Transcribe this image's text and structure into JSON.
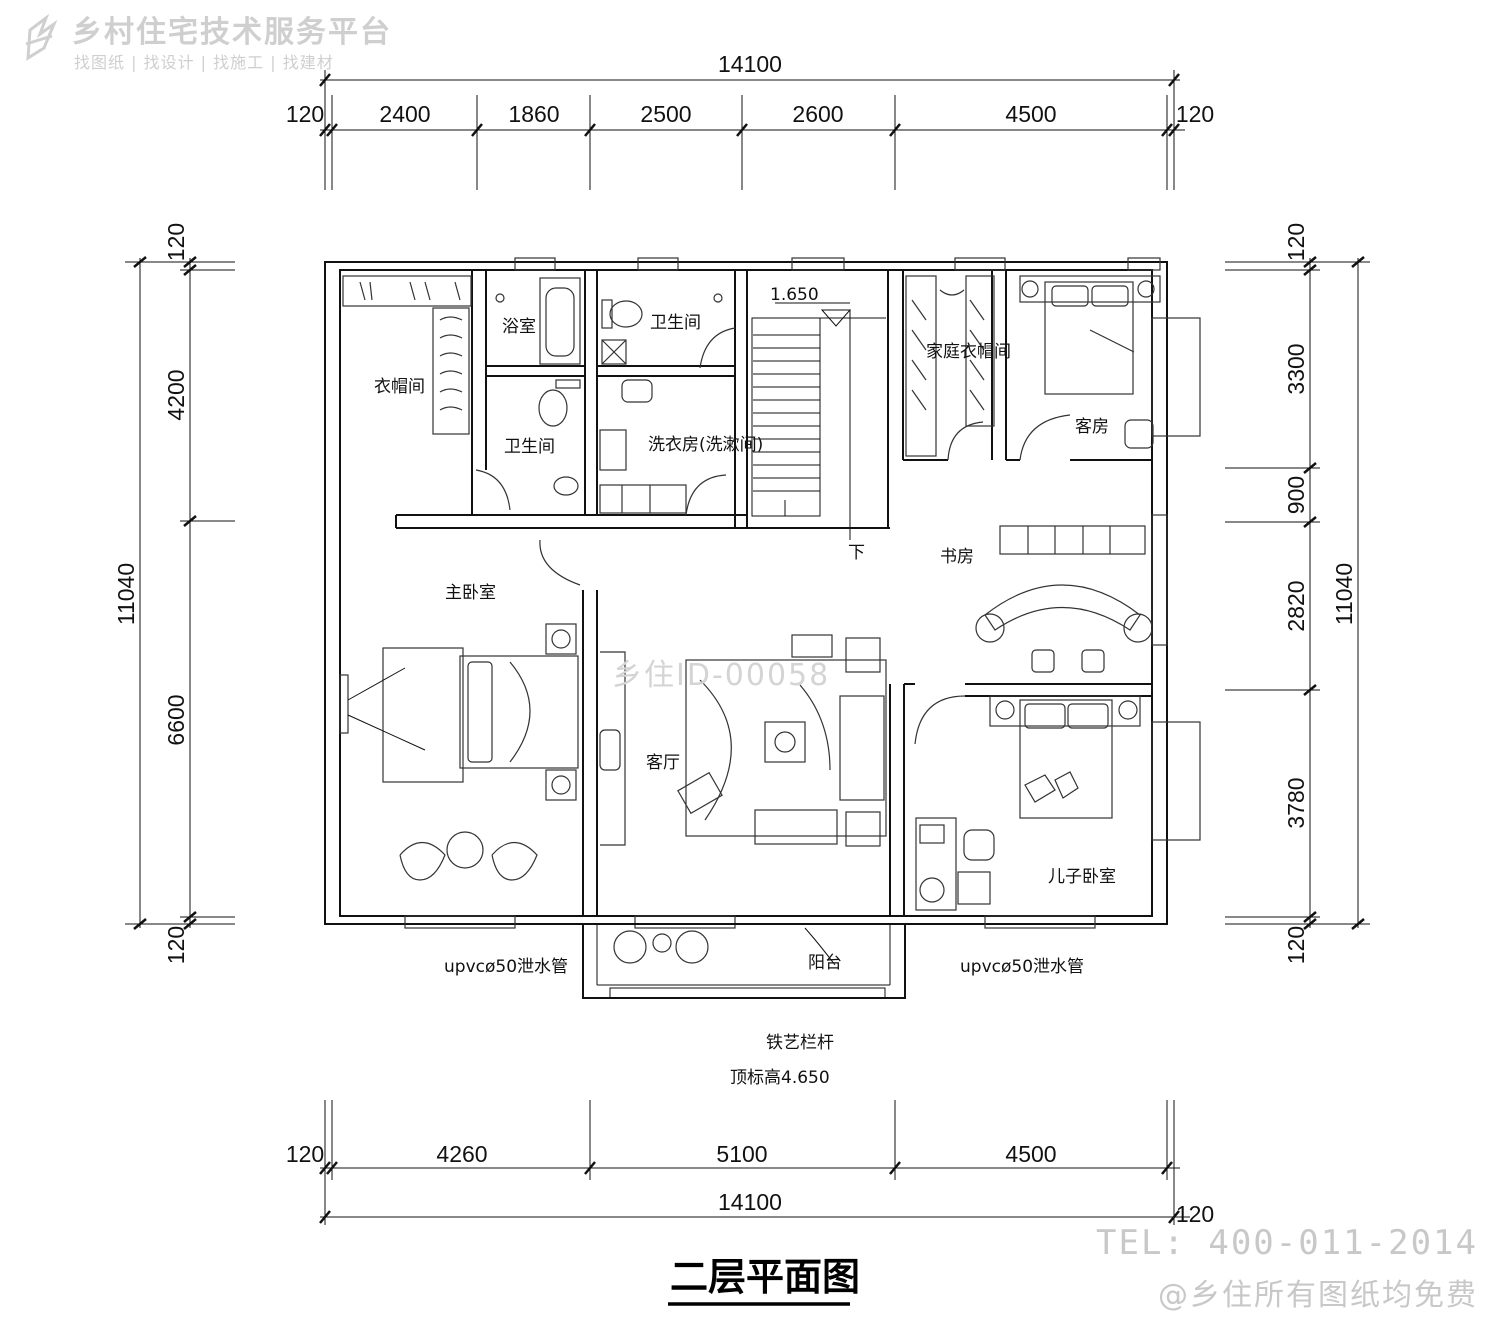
{
  "watermark": {
    "logo_text": "乡村住宅技术服务平台",
    "tagline": "找图纸 | 找设计 | 找施工 | 找建材",
    "center_id": "乡住ID-00058",
    "phone": "TEL: 400-011-2014",
    "free_note": "@乡住所有图纸均免费"
  },
  "drawing_title": "二层平面图",
  "dimensions": {
    "top_total": "14100",
    "top_edge_left": "120",
    "top_edge_right": "120",
    "top_segments": [
      "2400",
      "1860",
      "2500",
      "2600",
      "4500"
    ],
    "left_total": "11040",
    "left_edge_top": "120",
    "left_edge_bottom": "120",
    "left_segments": [
      "4200",
      "6600"
    ],
    "right_total": "11040",
    "right_edge_top": "120",
    "right_edge_bottom": "120",
    "right_segments": [
      "3300",
      "900",
      "2820",
      "3780"
    ],
    "bottom_edge_left": "120",
    "bottom_segments": [
      "4260",
      "5100",
      "4500"
    ],
    "bottom_total": "14100",
    "bottom_edge_right": "120"
  },
  "rooms": {
    "cloakroom": "衣帽间",
    "bath": "浴室",
    "toilet_top": "卫生间",
    "toilet_left": "卫生间",
    "laundry": "洗衣房(洗漱间)",
    "family_closet": "家庭衣帽间",
    "guest_room": "客房",
    "study": "书房",
    "master_bedroom": "主卧室",
    "living_room": "客厅",
    "son_bedroom": "儿子卧室",
    "balcony": "阳台"
  },
  "labels": {
    "stair_level": "1.650",
    "stair_down": "下",
    "drain_left": "upvcø50泄水管",
    "drain_right": "upvcø50泄水管",
    "railing": "铁艺栏杆",
    "top_level": "顶标高4.650"
  }
}
